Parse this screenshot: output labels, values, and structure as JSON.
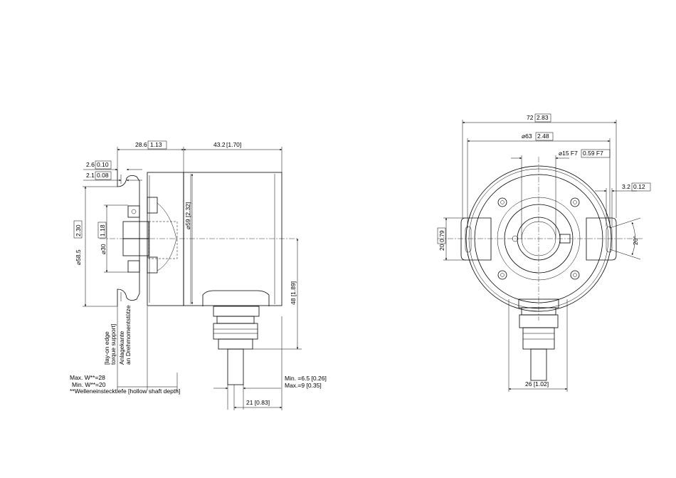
{
  "side_view": {
    "dim_28_6": "28.6",
    "dim_28_6_in": "1.13",
    "dim_43_2": "43.2",
    "dim_43_2_in": "[1.70]",
    "dim_2_6": "2.6",
    "dim_2_6_in": "0.10",
    "dim_2_1": "2.1",
    "dim_2_1_in": "0.08",
    "dia_58_5": "⌀58.5",
    "dia_58_5_in": "2.30",
    "dia_30": "⌀30",
    "dia_30_in": "1.18",
    "dia_59": "⌀59",
    "dia_59_in": "[2.32]",
    "dim_48": "48 [1.89]",
    "dim_21": "21 [0.83]",
    "min_6_5": "Min. =6.5 [0.26]",
    "max_9": "Max.=9 [0.35]",
    "note_lines": [
      "[lay-on edge",
      "torque support]",
      "Anlagekante",
      "an Drehmomentstütze"
    ],
    "max_w": "Max. W**=28",
    "min_w": "Min. W**=20",
    "footnote": "**Welleneinstecktiefe [hollow shaft depth]"
  },
  "front_view": {
    "dim_72": "72",
    "dim_72_in": "2.83",
    "dia_63": "⌀63",
    "dia_63_in": "2.48",
    "dia_15": "⌀15 F7",
    "dia_15_in": "0.59 F7",
    "dim_3_2": "3.2",
    "dim_3_2_in": "0.12",
    "dim_20": "20",
    "dim_20_in": "0.79",
    "angle_20": "20°",
    "dim_26": "26 [1.02]"
  }
}
